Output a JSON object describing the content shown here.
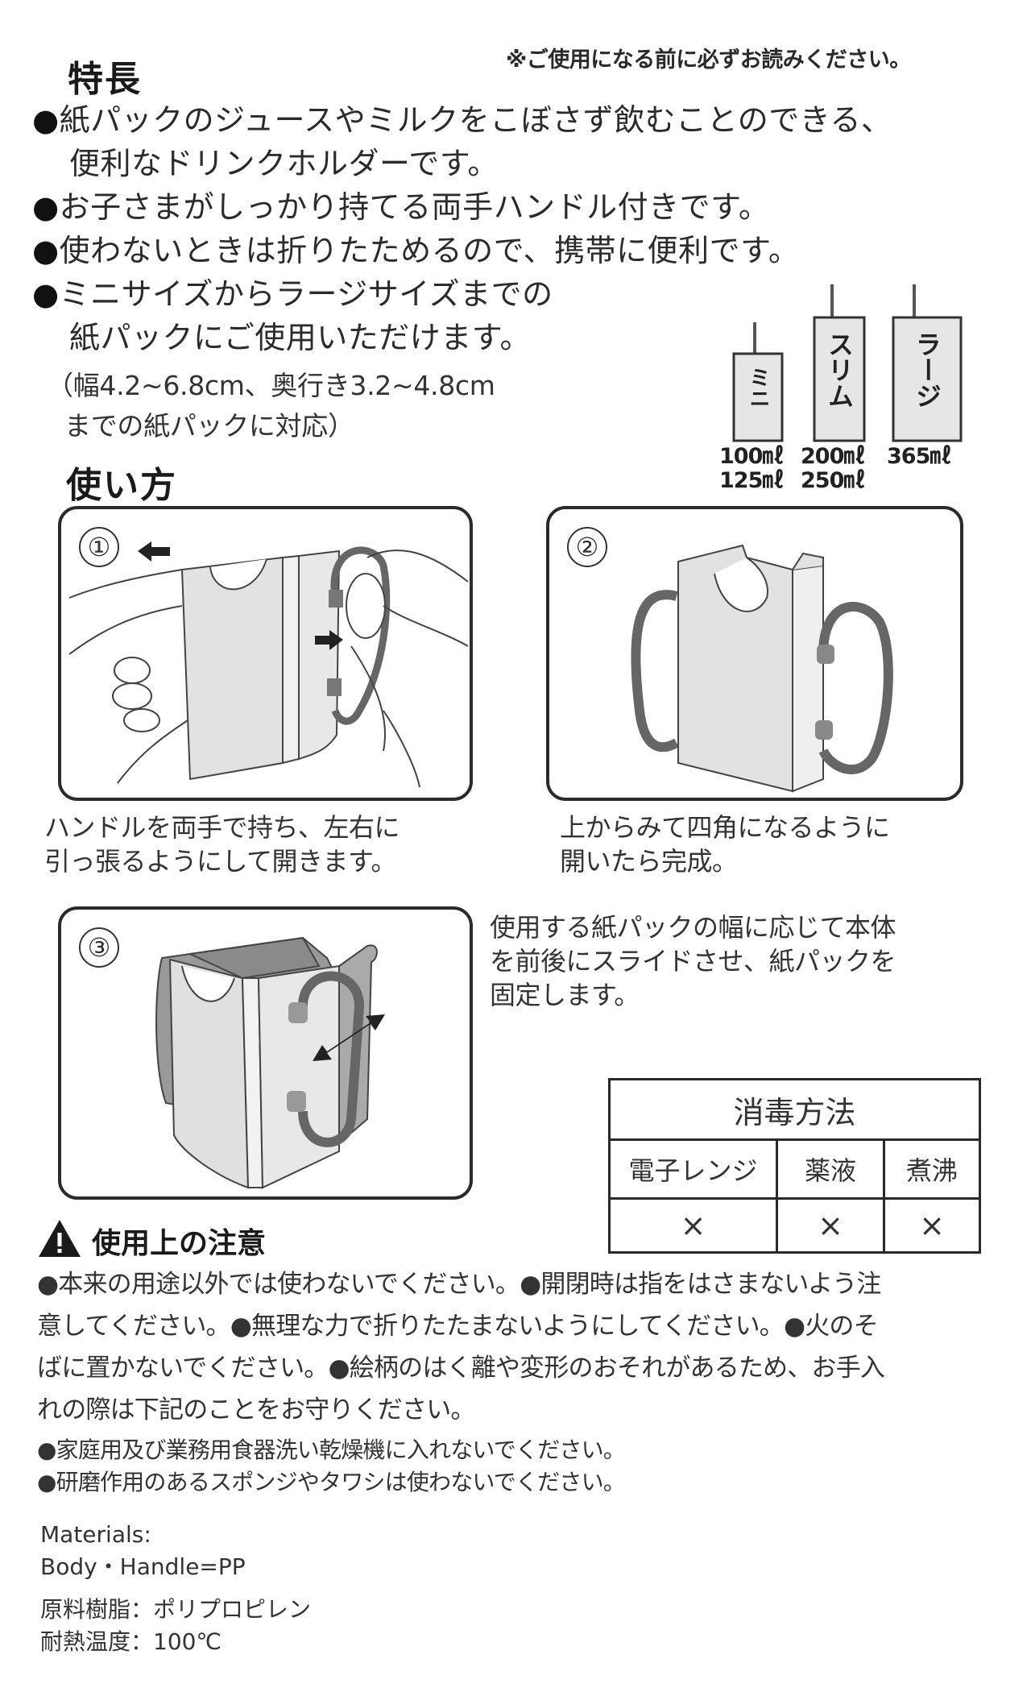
{
  "notice": "※ご使用になる前に必ずお読みください。",
  "features": {
    "title": "特長",
    "bullet": "●",
    "items": [
      {
        "lines": [
          "紙パックのジュースやミルクをこぼさず飲むことのできる、",
          "便利なドリンクホルダーです。"
        ]
      },
      {
        "lines": [
          "お子さまがしっかり持てる両手ハンドル付きです。"
        ]
      },
      {
        "lines": [
          "使わないときは折りたためるので、携帯に便利です。"
        ]
      },
      {
        "lines": [
          "ミニサイズからラージサイズまでの",
          "紙パックにご使用いただけます。"
        ]
      }
    ],
    "size_note": [
      "（幅4.2~6.8cm、奥行き3.2~4.8cm",
      "までの紙パックに対応）"
    ]
  },
  "cartons": [
    {
      "name": "ミニ",
      "volumes": [
        "100㎖",
        "125㎖"
      ]
    },
    {
      "name": "スリム",
      "volumes": [
        "200㎖",
        "250㎖"
      ]
    },
    {
      "name": "ラージ",
      "volumes": [
        "365㎖"
      ]
    }
  ],
  "usage": {
    "title": "使い方",
    "steps": [
      {
        "number": "①",
        "caption": [
          "ハンドルを両手で持ち、左右に",
          "引っ張るようにして開きます。"
        ]
      },
      {
        "number": "②",
        "caption": [
          "上からみて四角になるように",
          "開いたら完成。"
        ]
      },
      {
        "number": "③",
        "caption": [
          "使用する紙パックの幅に応じて本体",
          "を前後にスライドさせ、紙パックを",
          "固定します。"
        ]
      }
    ]
  },
  "sterilization": {
    "title": "消毒方法",
    "methods": [
      "電子レンジ",
      "薬液",
      "煮沸"
    ],
    "values": [
      "×",
      "×",
      "×"
    ]
  },
  "caution": {
    "icon": "warning-triangle-icon",
    "title": "使用上の注意",
    "paragraph_lines": [
      "●本来の用途以外では使わないでください。●開閉時は指をはさまないよう注",
      "意してください。●無理な力で折りたたまないようにしてください。●火のそ",
      "ばに置かないでください。●絵柄のはく離や変形のおそれがあるため、お手入",
      "れの際は下記のことをお守りください。"
    ],
    "sub_items": [
      "●家庭用及び業務用食器洗い乾燥機に入れないでください。",
      "●研磨作用のあるスポンジやタワシは使わないでください。"
    ]
  },
  "materials": {
    "label": "Materials:",
    "value": "Body・Handle=PP",
    "resin": "原料樹脂：ポリプロピレン",
    "heat": "耐熱温度：100℃"
  }
}
